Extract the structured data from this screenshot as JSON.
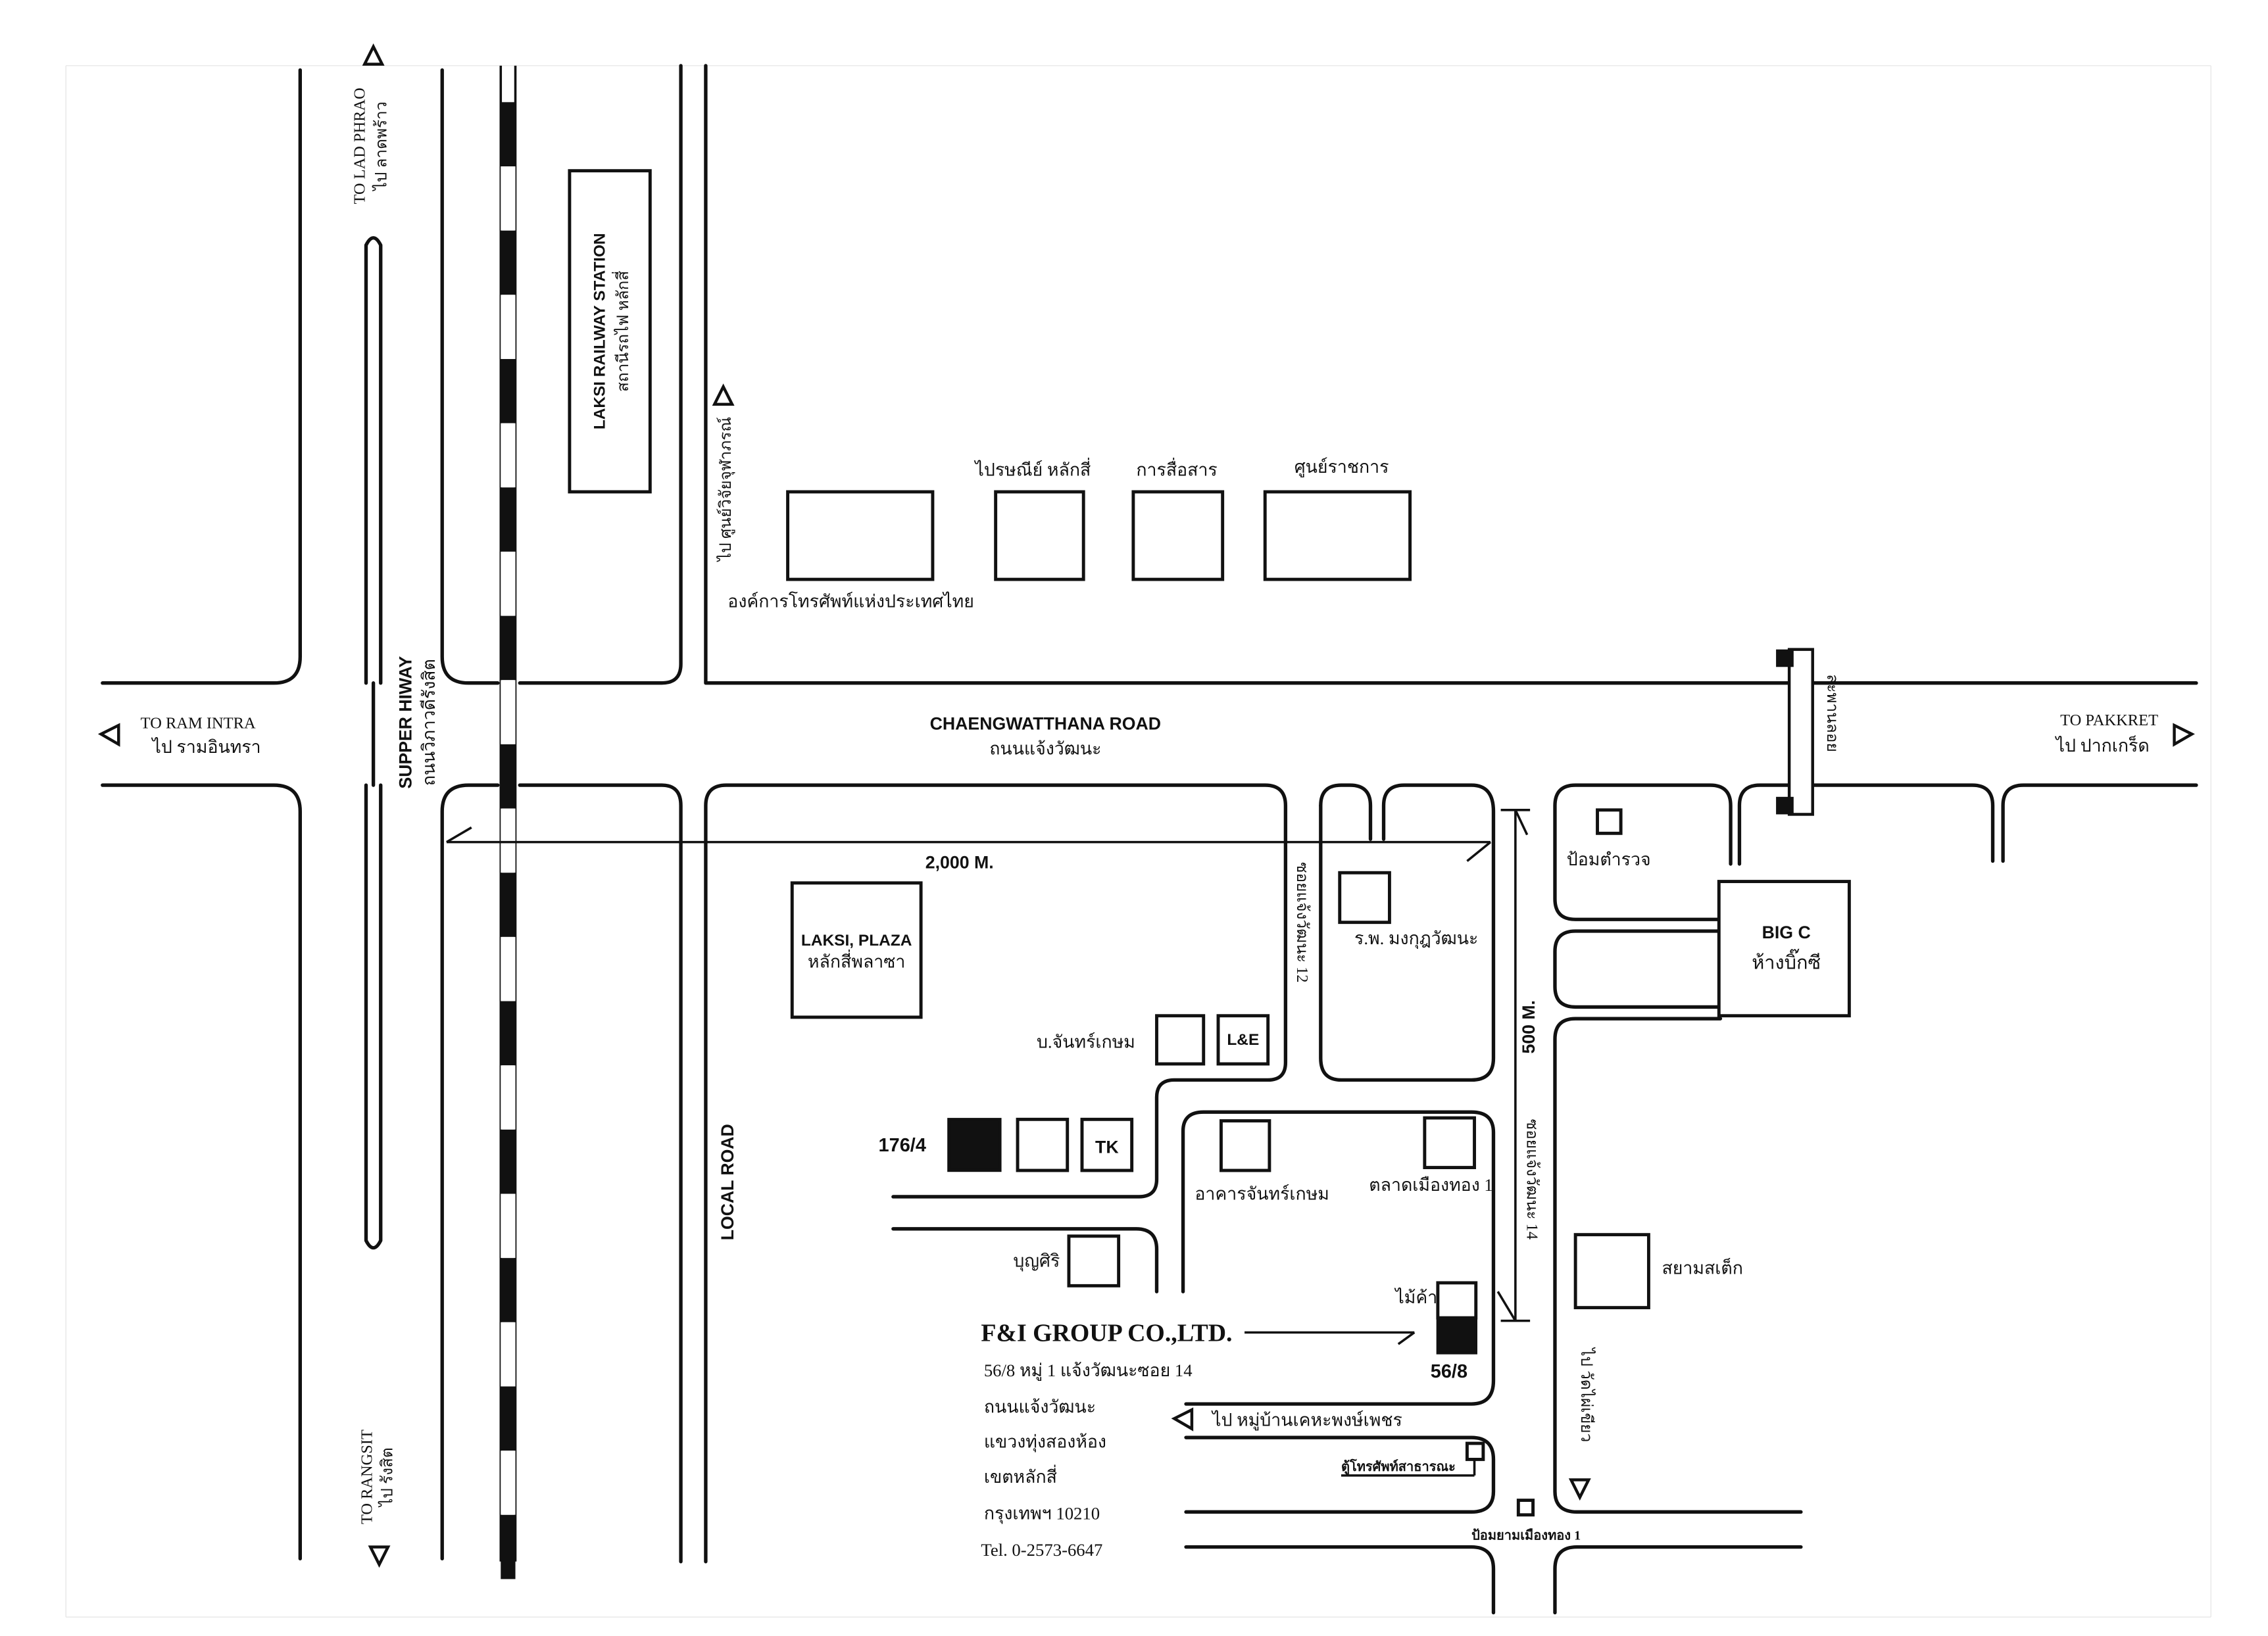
{
  "map": {
    "roads": {
      "main_road_en": "CHAENGWATTHANA ROAD",
      "main_road_th": "ถนนแจ้งวัฒนะ",
      "highway_en": "SUPPER HIWAY",
      "highway_th": "ถนนวิภาวดีรังสิต",
      "local_road": "LOCAL ROAD",
      "soi12": "ซอยแจ้งวัฒนะ 12",
      "soi14": "ซอยแจ้งวัฒนะ 14"
    },
    "directions": {
      "lad_phrao_en": "TO LAD PHRAO",
      "lad_phrao_th": "ไป ลาดพร้าว",
      "ram_intra_en": "TO RAM INTRA",
      "ram_intra_th": "ไป รามอินทรา",
      "rangsit_en": "TO RANGSIT",
      "rangsit_th": "ไป รังสิต",
      "pakkret_en": "TO PAKKRET",
      "pakkret_th": "ไป ปากเกร็ด",
      "research_center_th": "ไป ศูนย์วิจัยจุฬาภรณ์",
      "kheha_village_th": "ไป หมู่บ้านเคหะพงษ์เพชร",
      "wat_phai_khiao_th": "ไป วัดไผ่เขียว"
    },
    "landmarks": {
      "railway_station_en": "LAKSI RAILWAY STATION",
      "railway_station_th": "สถานีรถไฟ หลักสี่",
      "tot_th": "องค์การโทรศัพท์แห่งประเทศไทย",
      "post_office_th": "ไปรษณีย์ หลักสี่",
      "communications_th": "การสื่อสาร",
      "govt_center_th": "ศูนย์ราชการ",
      "footbridge_th": "สะพานลอย",
      "police_box_th": "ป้อมตำรวจ",
      "big_c_en": "BIG C",
      "big_c_th": "ห้างบิ๊กซี",
      "laksi_plaza_en": "LAKSI, PLAZA",
      "laksi_plaza_th": "หลักสี่พลาซา",
      "hospital_th": "ร.พ. มงกุฎวัฒนะ",
      "chankasem_co_th": "บ.จันทร์เกษม",
      "le_label": "L&E",
      "addr_176_4": "176/4",
      "tk_label": "TK",
      "chankasem_bldg_th": "อาคารจันทร์เกษม",
      "muang_thong_market_th": "ตลาดเมืองทอง 1",
      "boonsiri_th": "บุญศิริ",
      "siam_steak_th": "สยามสเต็ก",
      "timber_th": "ไม้ค้า",
      "addr_56_8": "56/8",
      "public_phone_th": "ตู้โทรศัพท์สาธารณะ",
      "guard_post_th": "ป้อมยามเมืองทอง 1"
    },
    "distances": {
      "horizontal": "2,000 M.",
      "vertical": "500 M."
    },
    "company": {
      "name": "F&I GROUP CO.,LTD.",
      "address_line1": "56/8 หมู่ 1 แจ้งวัฒนะซอย 14",
      "address_line2": "ถนนแจ้งวัฒนะ",
      "address_line3": "แขวงทุ่งสองห้อง",
      "address_line4": "เขตหลักสี่",
      "address_line5": "กรุงเทพฯ 10210",
      "phone": "Tel. 0-2573-6647"
    }
  }
}
